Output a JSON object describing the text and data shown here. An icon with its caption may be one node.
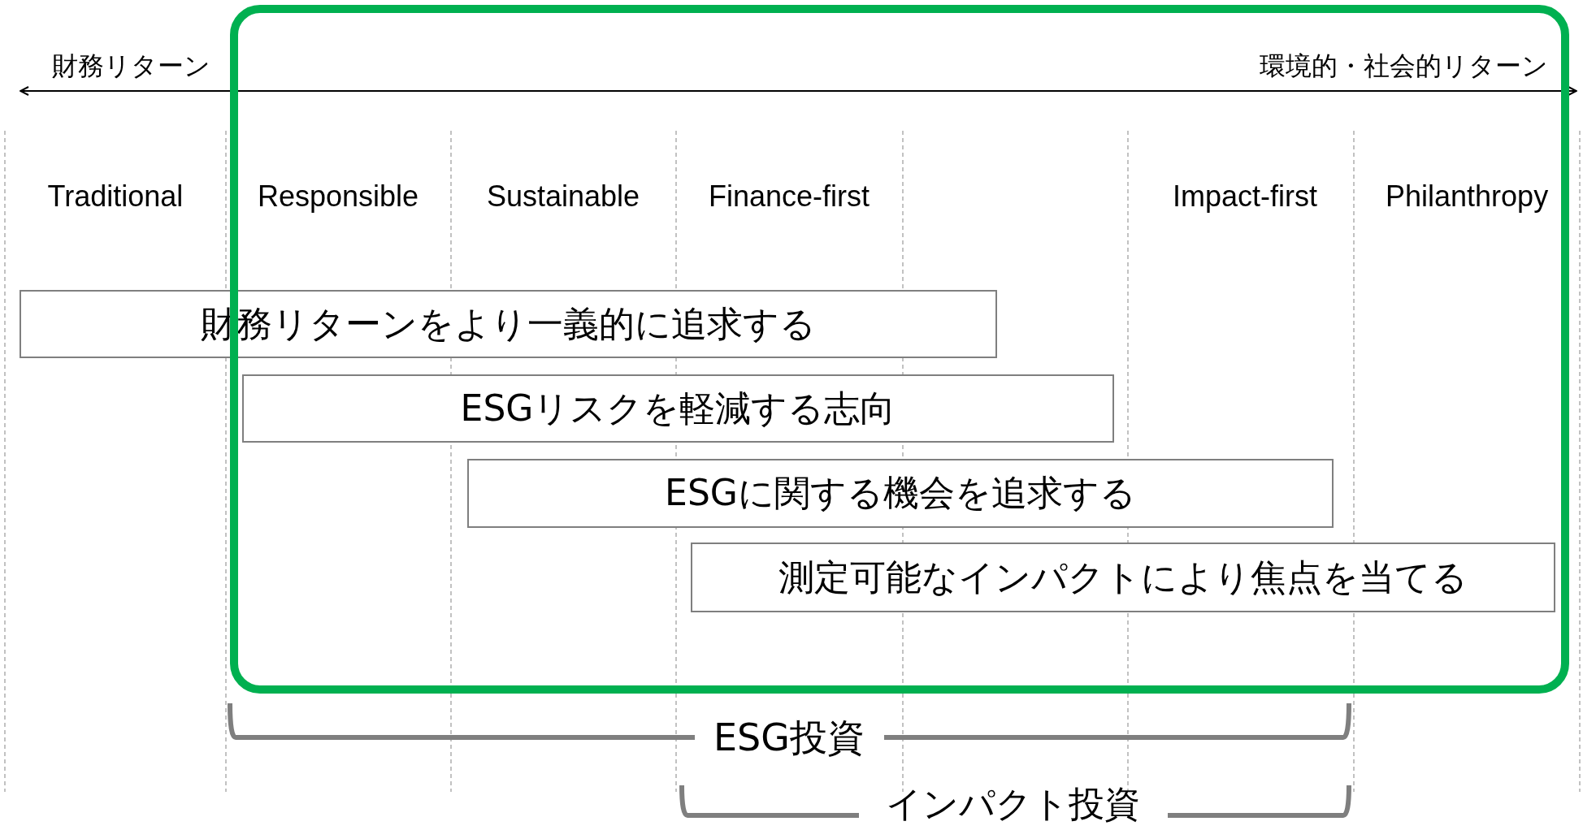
{
  "diagram": {
    "nodes": [
      {
        "text": [
          "財務リターンをより一義的に追求する"
        ]
      },
      {
        "text": [
          "ESGリスクを軽減する志向"
        ]
      },
      {
        "text": [
          "ESGに関する機会を追求する"
        ]
      },
      {
        "text": [
          "測定可能なインパクトにより焦点を当てる"
        ]
      }
    ],
    "labels": [
      "財務リターン",
      "環境的・社会的リターン",
      "Traditional",
      "Responsible",
      "Sustainable",
      "Finance-first",
      "Impact-first",
      "Philanthropy",
      "ESG投資",
      "インパクト投資"
    ]
  }
}
